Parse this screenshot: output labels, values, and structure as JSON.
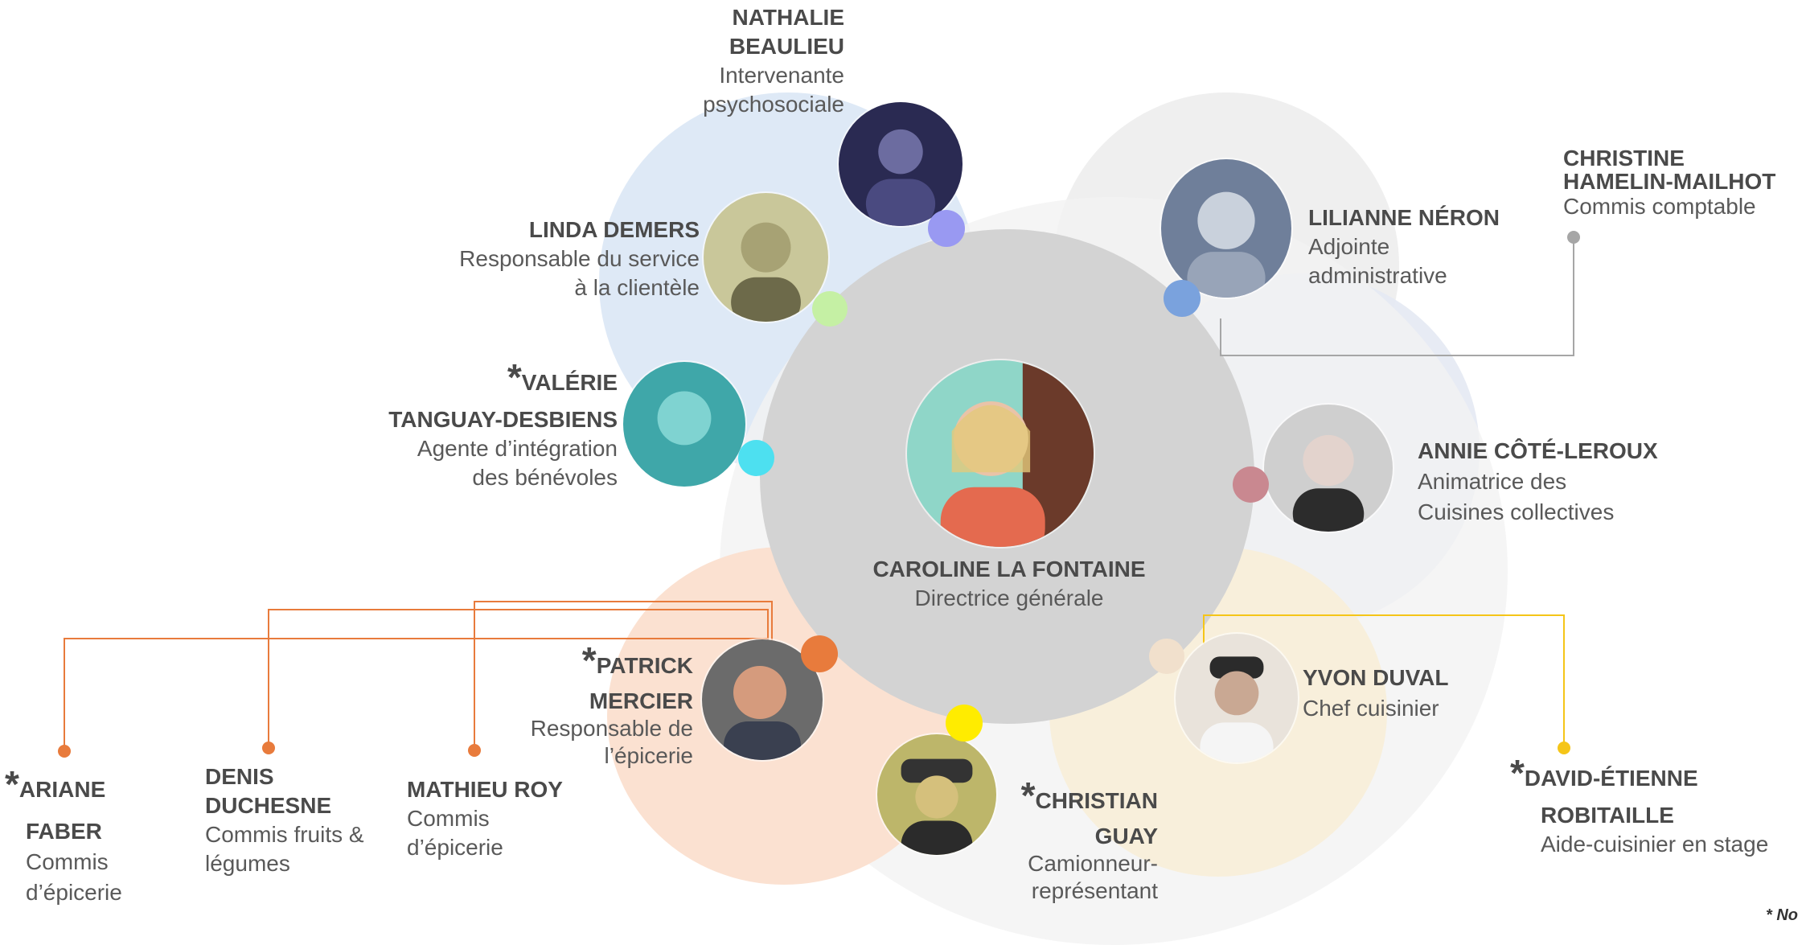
{
  "colors": {
    "center_circle": "#d3d3d3",
    "blue_area": "#dce8f5",
    "orange_area": "#f9d9c6",
    "yellow_area": "#f8eed8",
    "grey_area": "#efefef",
    "orange_line": "#e87b3c",
    "yellow_line": "#f5c518",
    "grey_line": "#a6a6a6"
  },
  "center": {
    "name": "CAROLINE LA FONTAINE",
    "role": "Directrice générale"
  },
  "staff": {
    "nathalie": {
      "name_line1": "NATHALIE",
      "name_line2": "BEAULIEU",
      "role_line1": "Intervenante",
      "role_line2": "psychosociale",
      "dot_color": "#9999f2"
    },
    "linda": {
      "name": "LINDA DEMERS",
      "role_line1": "Responsable du service",
      "role_line2": "à la clientèle",
      "dot_color": "#c5f0a4"
    },
    "valerie": {
      "star": "*",
      "name_line1": "VALÉRIE",
      "name_line2": "TANGUAY-DESBIENS",
      "role_line1": "Agente d’intégration",
      "role_line2": "des bénévoles",
      "dot_color": "#4de0f0"
    },
    "lilianne": {
      "name": "LILIANNE NÉRON",
      "role_line1": "Adjointe",
      "role_line2": "administrative",
      "dot_color": "#7aa2dd"
    },
    "christine": {
      "name_line1": "CHRISTINE",
      "name_line2": "HAMELIN-MAILHOT",
      "role": "Commis comptable",
      "dot_color": "#a6a6a6"
    },
    "annie": {
      "name": "ANNIE CÔTÉ-LEROUX",
      "role_line1": "Animatrice des",
      "role_line2": "Cuisines collectives",
      "dot_color": "#c98890"
    },
    "patrick": {
      "star": "*",
      "name_line1": "PATRICK",
      "name_line2": "MERCIER",
      "role_line1": "Responsable de",
      "role_line2": "l’épicerie",
      "dot_color": "#e87b3c"
    },
    "christian": {
      "star": "*",
      "name_line1": "CHRISTIAN",
      "name_line2": "GUAY",
      "role_line1": "Camionneur-",
      "role_line2": "représentant",
      "dot_color": "#ffec00"
    },
    "yvon": {
      "name": "YVON DUVAL",
      "role": "Chef cuisinier",
      "dot_color": "#f1e0cc"
    },
    "ariane": {
      "star": "*",
      "name_line1": "ARIANE",
      "name_line2": "FABER",
      "role_line1": "Commis",
      "role_line2": "d’épicerie",
      "dot_color": "#e87b3c"
    },
    "denis": {
      "name_line1": "DENIS",
      "name_line2": "DUCHESNE",
      "role_line1": "Commis fruits &",
      "role_line2": "légumes",
      "dot_color": "#e87b3c"
    },
    "mathieu": {
      "name": "MATHIEU ROY",
      "role_line1": "Commis",
      "role_line2": "d’épicerie",
      "dot_color": "#e87b3c"
    },
    "david": {
      "star": "*",
      "name_line1": "DAVID-ÉTIENNE",
      "name_line2": "ROBITAILLE",
      "role": "Aide-cuisinier en stage",
      "dot_color": "#f5c518"
    }
  },
  "footnote": "* No"
}
